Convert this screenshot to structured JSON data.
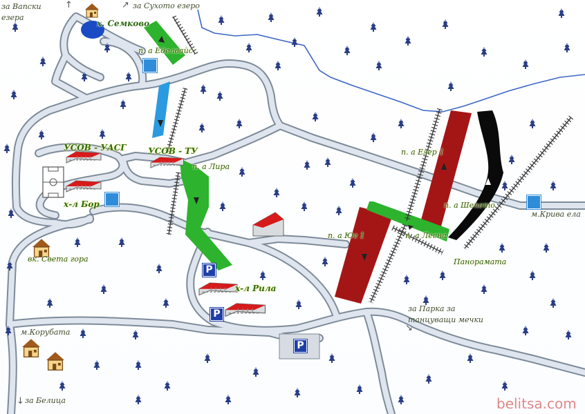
{
  "labels": {
    "vapski": "за Вапски езера",
    "suhoto": "за Сухото езеро",
    "semkovo": "х. Семково",
    "edelvais": "п. а Еделвайс",
    "usov_uasg": "УСОВ - УАСГ",
    "usov_tu": "УСОВ - ТУ",
    "lira": "п. а Лира",
    "bor": "х-л Бор",
    "sveta_gora": "вк. Света гора",
    "rila": "х-л Рила",
    "ezer1": "п. а Езер 1",
    "shepeto": "п. а Шепето",
    "kriva": "м.Крива ела",
    "yug1": "п. а Юг 1",
    "lesna": "п. а Лесна",
    "panorama": "Панорамата",
    "park": "за Парка за танцуващи мечки",
    "koruбата": "м.Корубата",
    "belitsa": "за Белица",
    "brand": "belitsa.com"
  },
  "symbols": {
    "parking": "P",
    "arrow_up": "↑",
    "arrow_ne": "↗",
    "arrow_se": "↘"
  },
  "colors": {
    "road_outer": "#7d8a98",
    "road_inner": "#dfe5ee",
    "river": "#3b66c4",
    "green_piste": "#2db32d",
    "red_piste": "#a41616",
    "black_piste": "#0a0a0a",
    "blue_piste": "#2b9ae0",
    "lift": "#3a3a3a",
    "tree": "#2a3d86"
  }
}
